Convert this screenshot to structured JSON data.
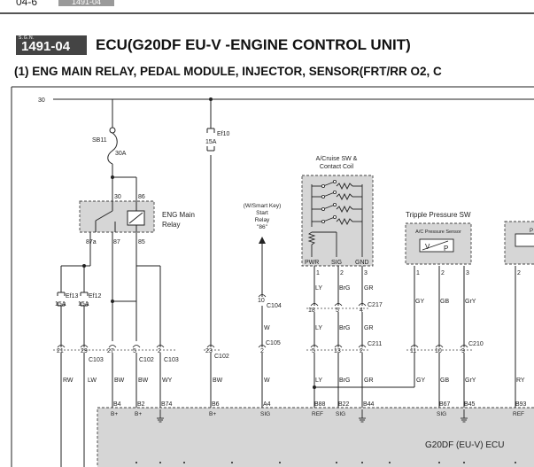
{
  "header": {
    "page_number": "04-6",
    "section_code": "1491-04"
  },
  "section": {
    "mini_label": "S.G.N.",
    "code": "1491-04",
    "title": "ECU(G20DF EU-V  -ENGINE CONTROL UNIT)",
    "subtitle": "(1) ENG MAIN RELAY, PEDAL MODULE, INJECTOR, SENSOR(FRT/RR O2, C"
  },
  "diagram": {
    "bus_label": "30",
    "fuse_sb11": {
      "name": "SB11",
      "rating": "30A"
    },
    "fuse_ef10": {
      "name": "Ef10",
      "rating": "15A"
    },
    "relay": {
      "label_line1": "ENG Main",
      "label_line2": "Relay",
      "pin_30": "30",
      "pin_86": "86",
      "pin_87a": "87a",
      "pin_87": "87",
      "pin_85": "85"
    },
    "fuse_ef13": {
      "name": "Ef13",
      "rating": "15A"
    },
    "fuse_ef12": {
      "name": "Ef12",
      "rating": "15A"
    },
    "smart_key": {
      "line1": "(W/Smart Key)",
      "line2": "Start",
      "line3": "Relay",
      "line4": "\"86\""
    },
    "cruise": {
      "line1": "A/Cruise SW &",
      "line2": "Contact Coil",
      "pin_pwr": "PWR",
      "pin_sig": "SIG",
      "pin_gnd": "GND",
      "pin1": "1",
      "pin2": "2",
      "pin3": "3"
    },
    "pressure": {
      "title": "Tripple Pressure SW",
      "inner": "A/C Pressure Sensor",
      "pin1": "1",
      "pin2": "2",
      "pin3": "3"
    },
    "partial": {
      "inner": "P",
      "pin2": "2"
    },
    "connectors": {
      "c104": {
        "pin": "10",
        "name": "C104"
      },
      "c105": {
        "pin": "2",
        "name": "C105"
      },
      "c217": {
        "p1": "18",
        "p2": "5",
        "p3": "4",
        "name": "C217"
      },
      "c211": {
        "p1": "5",
        "p2": "13",
        "p3": "2",
        "name": "C211"
      },
      "c210": {
        "p1": "11",
        "p2": "10",
        "p3": "9",
        "name": "C210"
      },
      "c103a": {
        "p1": "21",
        "p2": "29",
        "name": "C103"
      },
      "c102a": {
        "p1": "27",
        "p2": "5",
        "name": "C102"
      },
      "c103b": {
        "p1": "2",
        "name": "C103"
      },
      "c102b": {
        "p1": "23",
        "name": "C102"
      }
    },
    "wires": {
      "rw": "RW",
      "lw": "LW",
      "bw1": "BW",
      "bw2": "BW",
      "wy": "WY",
      "bw3": "BW",
      "w1": "W",
      "w2": "W",
      "w3": "W",
      "ly1": "LY",
      "brg1": "BrG",
      "gr1": "GR",
      "ly2": "LY",
      "brg2": "BrG",
      "gr2": "GR",
      "ly3": "LY",
      "brg3": "BrG",
      "gr3": "GR",
      "gy1": "GY",
      "gb1": "GB",
      "gry1": "GrY",
      "gy2": "GY",
      "gb2": "GB",
      "gry2": "GrY",
      "ry": "RY"
    },
    "ecu": {
      "title": "G20DF (EU-V) ECU",
      "pins": [
        {
          "pin": "B4",
          "func": "B+"
        },
        {
          "pin": "B2",
          "func": "B+"
        },
        {
          "pin": "B74",
          "func": ""
        },
        {
          "pin": "B6",
          "func": "B+"
        },
        {
          "pin": "A4",
          "func": "SIG"
        },
        {
          "pin": "B88",
          "func": "REF"
        },
        {
          "pin": "B22",
          "func": "SIG"
        },
        {
          "pin": "B44",
          "func": ""
        },
        {
          "pin": "B67",
          "func": "SIG"
        },
        {
          "pin": "B45",
          "func": ""
        },
        {
          "pin": "B93",
          "func": "REF"
        }
      ]
    }
  }
}
